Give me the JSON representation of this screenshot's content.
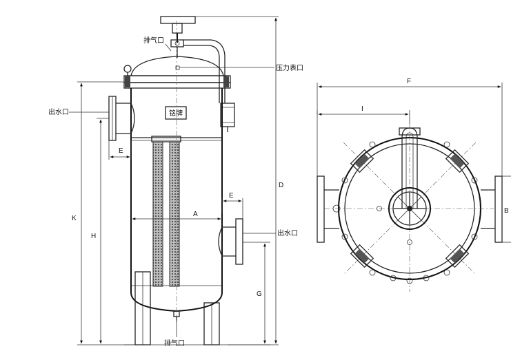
{
  "labels": {
    "vent_top": "排气口",
    "pressure_gauge": "压力表口",
    "outlet_left": "出水口",
    "nameplate": "铭牌",
    "outlet_right": "出水口",
    "vent_bottom": "排气口"
  },
  "dimensions": {
    "A": "A",
    "B": "B",
    "D": "D",
    "E_top": "E",
    "E_right": "E",
    "F": "F",
    "G": "G",
    "H": "H",
    "I": "I",
    "K": "K"
  }
}
